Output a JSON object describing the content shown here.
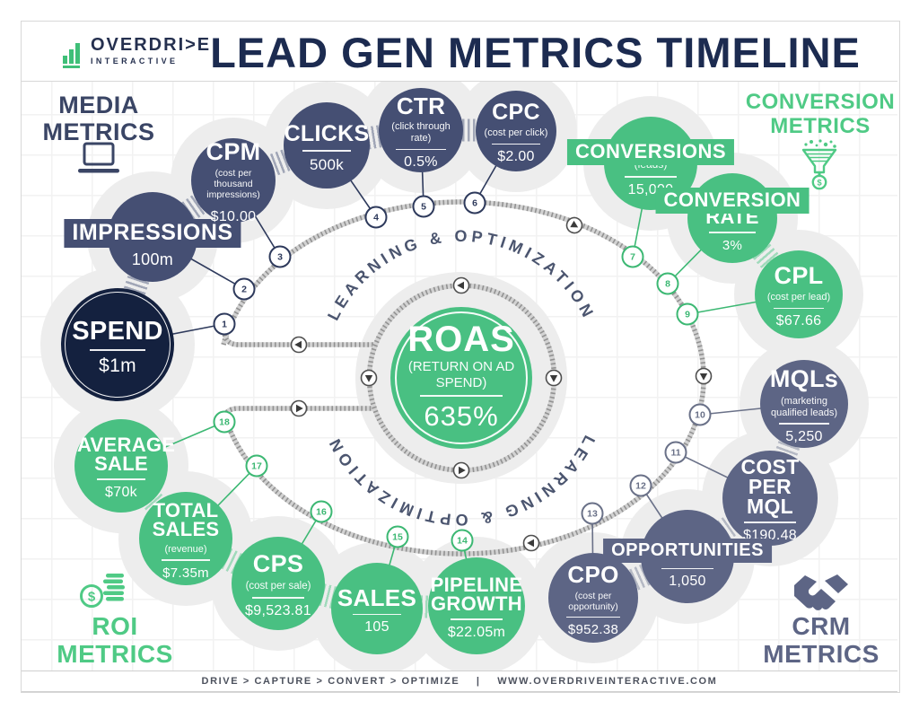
{
  "colors": {
    "navy_dark": "#14213f",
    "slate_blue": "#454f73",
    "slate_muted": "#5d6585",
    "green": "#49c082",
    "green_label": "#4fca85",
    "navy_label": "#3a4565",
    "title_navy": "#1c2b50"
  },
  "header": {
    "logo_text": "OVERDRI>E",
    "logo_subtext": "INTERACTIVE",
    "title": "LEAD GEN METRICS TIMELINE"
  },
  "corner_labels": {
    "media": {
      "line1": "MEDIA",
      "line2": "METRICS",
      "icon": "laptop-icon"
    },
    "conversion": {
      "line1": "CONVERSION",
      "line2": "METRICS",
      "icon": "funnel-dollar-icon"
    },
    "roi": {
      "line1": "ROI",
      "line2": "METRICS",
      "icon": "coins-icon"
    },
    "crm": {
      "line1": "CRM",
      "line2": "METRICS",
      "icon": "handshake-icon"
    }
  },
  "center": {
    "title": "ROAS",
    "subtitle": "(RETURN ON AD SPEND)",
    "value": "635%",
    "orbit_text_top": "LEARNING & OPTIMIZATION",
    "orbit_text_bottom": "LEARNING & OPTIMIZATION"
  },
  "steps": [
    {
      "num": "1",
      "title": "SPEND",
      "subtitle": "",
      "value": "$1m",
      "group": "spend"
    },
    {
      "num": "2",
      "title": "IMPRESSIONS",
      "subtitle": "",
      "value": "100m",
      "group": "media"
    },
    {
      "num": "3",
      "title": "CPM",
      "subtitle": "(cost per thousand impressions)",
      "value": "$10.00",
      "group": "media"
    },
    {
      "num": "4",
      "title": "CLICKS",
      "subtitle": "",
      "value": "500k",
      "group": "media"
    },
    {
      "num": "5",
      "title": "CTR",
      "subtitle": "(click through rate)",
      "value": "0.5%",
      "group": "media"
    },
    {
      "num": "6",
      "title": "CPC",
      "subtitle": "(cost per click)",
      "value": "$2.00",
      "group": "media"
    },
    {
      "num": "7",
      "title": "CONVERSIONS",
      "subtitle": "(leads)",
      "value": "15,000",
      "group": "conversion"
    },
    {
      "num": "8",
      "title": "CONVERSION RATE",
      "subtitle": "",
      "value": "3%",
      "group": "conversion"
    },
    {
      "num": "9",
      "title": "CPL",
      "subtitle": "(cost per lead)",
      "value": "$67.66",
      "group": "conversion"
    },
    {
      "num": "10",
      "title": "MQLs",
      "subtitle": "(marketing qualified leads)",
      "value": "5,250",
      "group": "crm"
    },
    {
      "num": "11",
      "title": "COST PER MQL",
      "subtitle": "",
      "value": "$190.48",
      "group": "crm"
    },
    {
      "num": "12",
      "title": "OPPORTUNITIES",
      "subtitle": "",
      "value": "1,050",
      "group": "crm"
    },
    {
      "num": "13",
      "title": "CPO",
      "subtitle": "(cost per opportunity)",
      "value": "$952.38",
      "group": "crm"
    },
    {
      "num": "14",
      "title": "PIPELINE GROWTH",
      "subtitle": "",
      "value": "$22.05m",
      "group": "roi"
    },
    {
      "num": "15",
      "title": "SALES",
      "subtitle": "",
      "value": "105",
      "group": "roi"
    },
    {
      "num": "16",
      "title": "CPS",
      "subtitle": "(cost per sale)",
      "value": "$9,523.81",
      "group": "roi"
    },
    {
      "num": "17",
      "title": "TOTAL SALES",
      "subtitle": "(revenue)",
      "value": "$7.35m",
      "group": "roi"
    },
    {
      "num": "18",
      "title": "AVERAGE SALE",
      "subtitle": "",
      "value": "$70k",
      "group": "roi"
    }
  ],
  "footer": {
    "text": "DRIVE > CAPTURE > CONVERT > OPTIMIZE    |    WWW.OVERDRIVEINTERACTIVE.COM"
  }
}
